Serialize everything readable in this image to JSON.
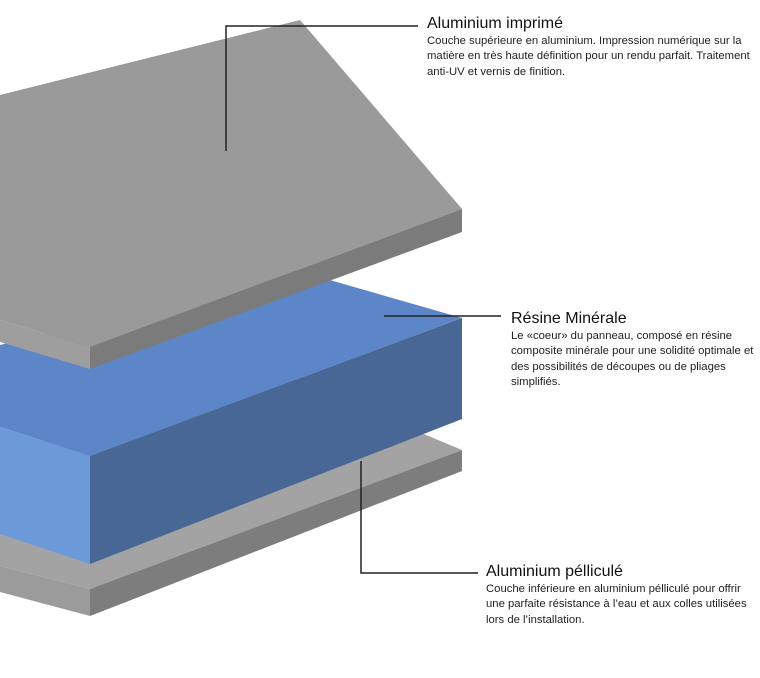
{
  "layers": [
    {
      "key": "top",
      "title": "Aluminium imprimé",
      "description": "Couche supérieure en aluminium. Impression numérique sur la matière en très haute définition pour un rendu parfait. Traitement anti-UV et vernis de finition.",
      "color": "#9a9a9a"
    },
    {
      "key": "middle",
      "title": "Résine Minérale",
      "description": "Le «coeur» du panneau, composé en résine composite minérale pour une solidité optimale et des possibilités de découpes ou de pliages simplifiés.",
      "color": "#5d86c9"
    },
    {
      "key": "bottom",
      "title": "Aluminium pélliculé",
      "description": "Couche inférieure en aluminium pélliculé pour offrir une parfaite résistance à l’eau et aux colles utilisées lors de l’installation.",
      "color": "#9a9a9a"
    }
  ]
}
